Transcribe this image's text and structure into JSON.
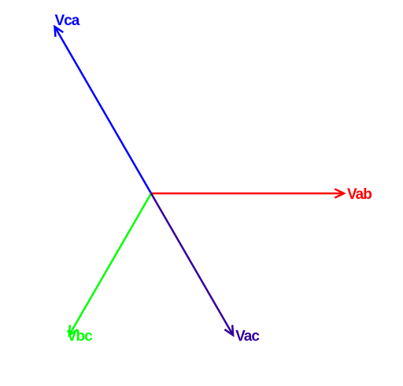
{
  "phasors": [
    {
      "label": "Vab",
      "color": "#ff0000",
      "magnitude": 1.0,
      "angle_deg": 0
    },
    {
      "label": "Vca",
      "color": "#0000ff",
      "magnitude": 1.0,
      "angle_deg": 120
    },
    {
      "label": "Vbc",
      "color": "#00ff00",
      "magnitude": 0.85,
      "angle_deg": 240
    },
    {
      "label": "Vac",
      "color": "#330099",
      "magnitude": 0.85,
      "angle_deg": 300
    }
  ]
}
